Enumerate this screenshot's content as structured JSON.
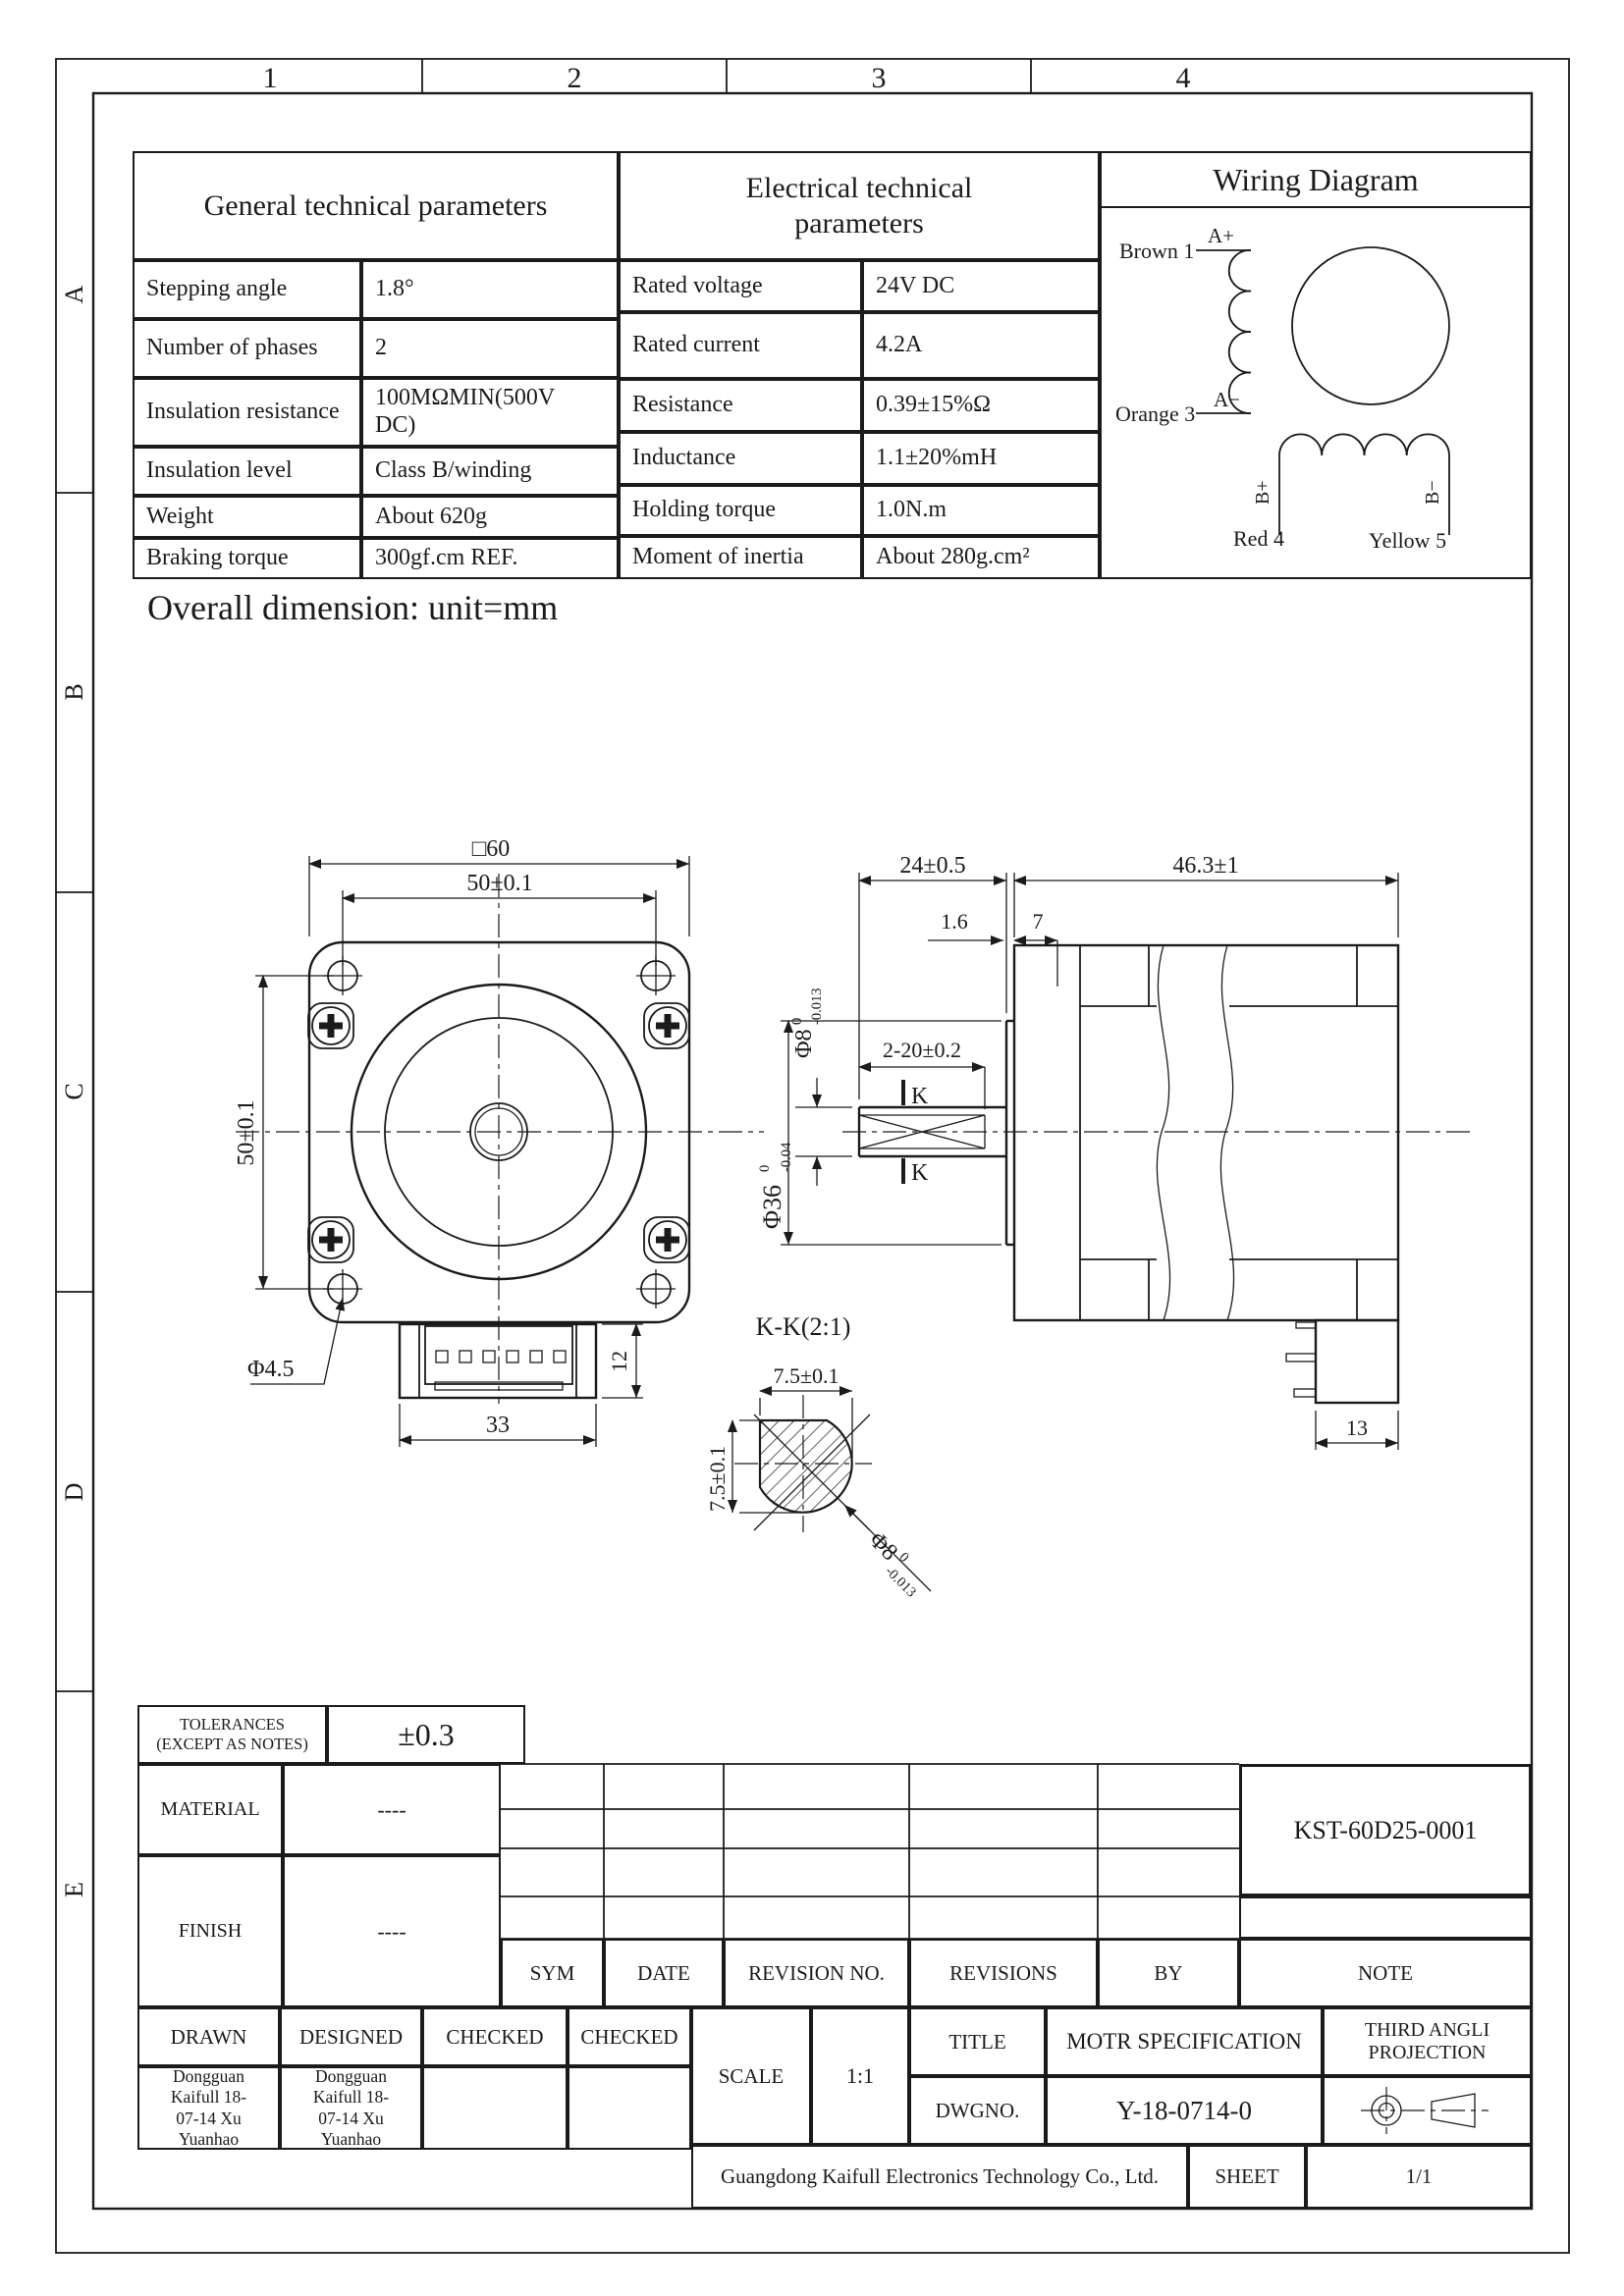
{
  "zones": {
    "cols": [
      "1",
      "2",
      "3",
      "4"
    ],
    "rows": [
      "A",
      "B",
      "C",
      "D",
      "E"
    ]
  },
  "general_table": {
    "title": "General technical parameters",
    "rows": [
      {
        "label": "Stepping angle",
        "value": "1.8°"
      },
      {
        "label": "Number of phases",
        "value": "2"
      },
      {
        "label": "Insulation resistance",
        "value": "100MΩMIN(500V DC)"
      },
      {
        "label": "Insulation level",
        "value": "Class B/winding"
      },
      {
        "label": "Weight",
        "value": "About 620g"
      },
      {
        "label": "Braking torque",
        "value": "300gf.cm REF."
      }
    ]
  },
  "electrical_table": {
    "title": "Electrical technical parameters",
    "rows": [
      {
        "label": "Rated voltage",
        "value": "24V DC"
      },
      {
        "label": "Rated current",
        "value": "4.2A"
      },
      {
        "label": "Resistance",
        "value": "0.39±15%Ω"
      },
      {
        "label": "Inductance",
        "value": "1.1±20%mH"
      },
      {
        "label": "Holding torque",
        "value": "1.0N.m"
      },
      {
        "label": "Moment of inertia",
        "value": "About 280g.cm²"
      }
    ]
  },
  "wiring": {
    "title": "Wiring Diagram",
    "brown": "Brown 1",
    "a_plus": "A+",
    "orange": "Orange 3",
    "a_minus": "A−",
    "b_plus": "B+",
    "b_minus": "B−",
    "red": "Red 4",
    "yellow": "Yellow 5"
  },
  "heading": "Overall dimension: unit=mm",
  "dims": {
    "square": "□60",
    "holes_h": "50±0.1",
    "holes_v": "50±0.1",
    "hole_d": "Φ4.5",
    "conn_w": "33",
    "conn_h": "12",
    "shaft_len": "24±0.5",
    "body_len": "46.3±1",
    "step": "1.6",
    "flange": "7",
    "flat": "2-20±0.2",
    "k1": "K",
    "k2": "K",
    "conn_side": "13",
    "phi8_base": "Φ8",
    "phi8_hi": "0",
    "phi8_lo": "-0.013",
    "phi36_base": "Φ36",
    "phi36_hi": "0",
    "phi36_lo": "-0.04",
    "section_title": "K-K(2:1)",
    "section_w": "7.5±0.1",
    "section_h": "7.5±0.1",
    "sec_phi8_base": "Φ8",
    "sec_phi8_hi": "0",
    "sec_phi8_lo": "-0.013"
  },
  "title_block": {
    "tolerances_line1": "TOLERANCES",
    "tolerances_line2": "(EXCEPT AS NOTES)",
    "tolerance_value": "±0.3",
    "material_label": "MATERIAL",
    "material_value": "----",
    "finish_label": "FINISH",
    "finish_value": "----",
    "part_number": "KST-60D25-0001",
    "sym": "SYM",
    "date": "DATE",
    "revision_no": "REVISION NO.",
    "revisions": "REVISIONS",
    "by": "BY",
    "note": "NOTE",
    "drawn": "DRAWN",
    "designed": "DESIGNED",
    "checked1": "CHECKED",
    "checked2": "CHECKED",
    "drawn_by": "Dongguan Kaifull 18-07-14 Xu Yuanhao",
    "designed_by": "Dongguan Kaifull 18-07-14 Xu Yuanhao",
    "scale_label": "SCALE",
    "scale_value": "1:1",
    "title_label": "TITLE",
    "title_value": "MOTR SPECIFICATION",
    "projection_line1": "THIRD ANGLI",
    "projection_line2": "PROJECTION",
    "dwgno_label": "DWGNO.",
    "dwgno_value": "Y-18-0714-0",
    "company": "Guangdong Kaifull Electronics Technology Co., Ltd.",
    "sheet_label": "SHEET",
    "sheet_value": "1/1"
  }
}
